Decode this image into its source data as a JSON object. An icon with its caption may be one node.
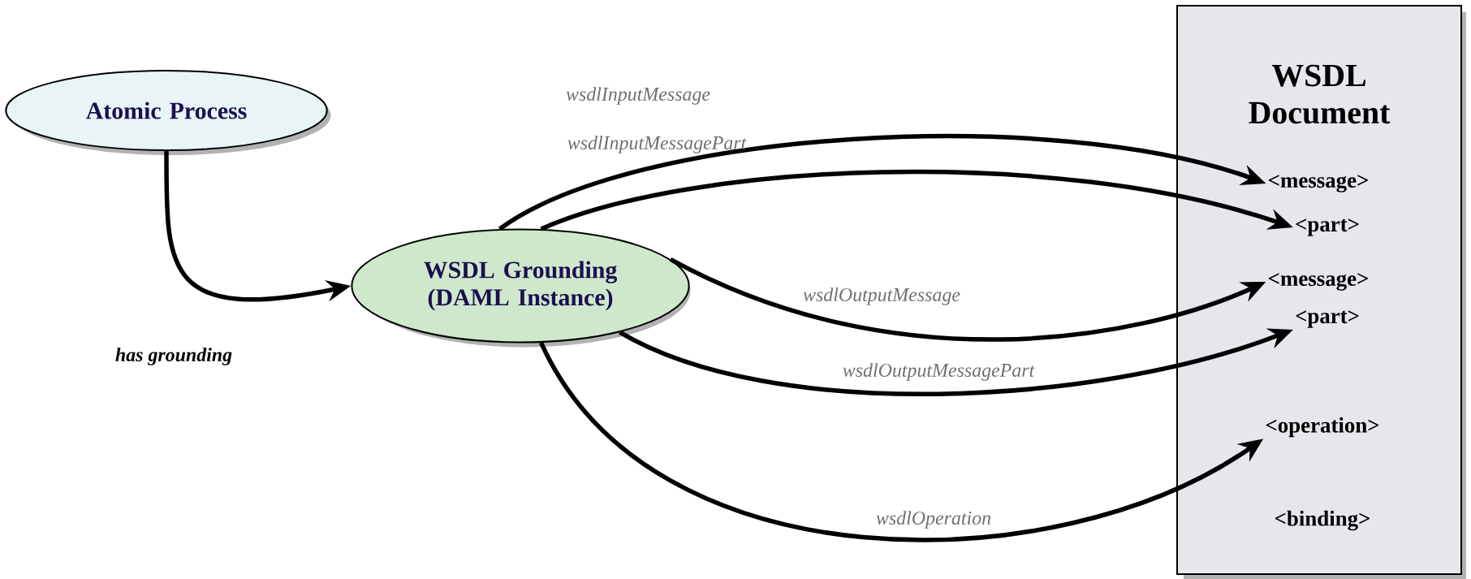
{
  "diagram": {
    "nodes": [
      {
        "text": [
          "Atomic Process"
        ]
      },
      {
        "text": [
          "WSDL Grounding (DAML Instance)"
        ]
      },
      {
        "text": [
          "WSDL Document"
        ]
      },
      {
        "text": [
          "<message>"
        ],
        "in": 2
      },
      {
        "text": [
          "<part>"
        ],
        "in": 2
      },
      {
        "text": [
          "<message>"
        ],
        "in": 2
      },
      {
        "text": [
          "<part>"
        ],
        "in": 2
      },
      {
        "text": [
          "<operation>"
        ],
        "in": 2
      },
      {
        "text": [
          "<binding>"
        ],
        "in": 2
      }
    ],
    "edges": [
      {
        "from": 0,
        "to": 1,
        "arrow": "to",
        "label": "has grounding"
      },
      {
        "from": 1,
        "to": 3,
        "arrow": "to",
        "label": "wsdlInputMessage"
      },
      {
        "from": 1,
        "to": 4,
        "arrow": "to",
        "label": "wsdlInputMessagePart"
      },
      {
        "from": 1,
        "to": 5,
        "arrow": "to",
        "label": "wsdlOutputMessage"
      },
      {
        "from": 1,
        "to": 6,
        "arrow": "to",
        "label": "wsdlOutputMessagePart"
      },
      {
        "from": 1,
        "to": 7,
        "arrow": "to",
        "label": "wsdlOperation"
      }
    ]
  }
}
